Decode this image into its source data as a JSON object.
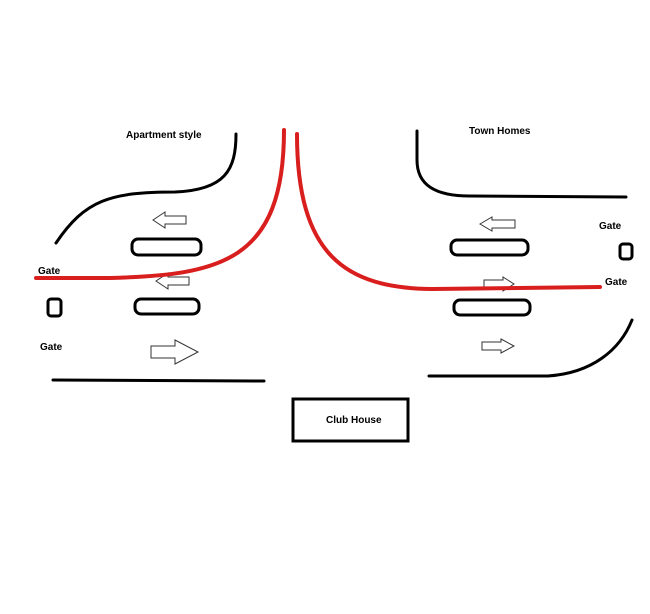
{
  "labels": {
    "apartment": "Apartment style",
    "townhomes": "Town Homes",
    "club_house": "Club House",
    "gate_left_top": "Gate",
    "gate_left_bottom": "Gate",
    "gate_right_top": "Gate",
    "gate_right_bottom": "Gate"
  },
  "colors": {
    "road_edge": "#000000",
    "route": "#d91e1e",
    "background": "#ffffff"
  }
}
